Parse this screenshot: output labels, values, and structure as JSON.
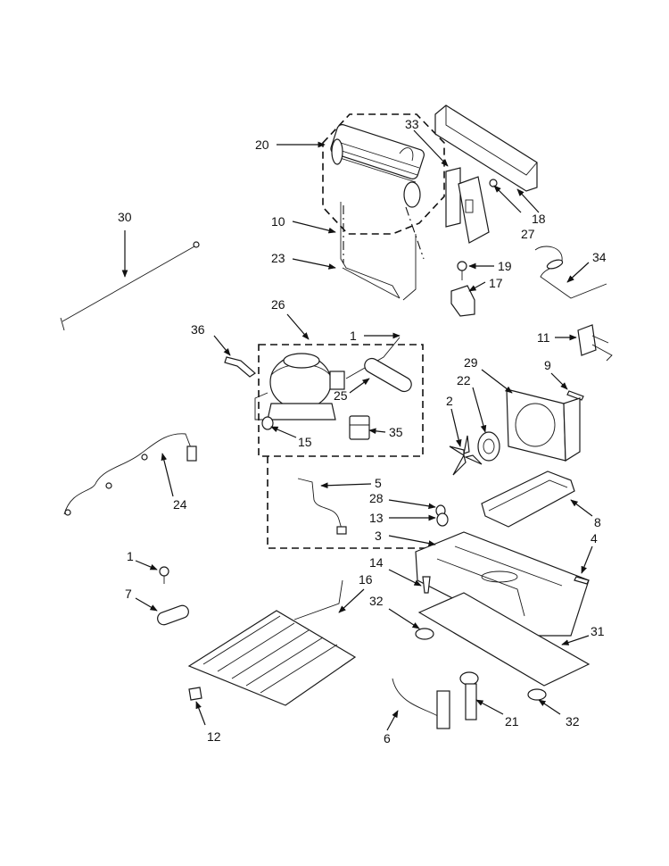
{
  "callouts": {
    "c1a": "1",
    "c1b": "1",
    "c2": "2",
    "c3": "3",
    "c4": "4",
    "c5": "5",
    "c6": "6",
    "c7": "7",
    "c8": "8",
    "c9": "9",
    "c10": "10",
    "c11": "11",
    "c12": "12",
    "c13": "13",
    "c14": "14",
    "c15": "15",
    "c16": "16",
    "c17": "17",
    "c18": "18",
    "c19": "19",
    "c20": "20",
    "c21": "21",
    "c22": "22",
    "c23": "23",
    "c24": "24",
    "c25": "25",
    "c26": "26",
    "c27": "27",
    "c28": "28",
    "c29": "29",
    "c30": "30",
    "c31": "31",
    "c32a": "32",
    "c32b": "32",
    "c33": "33",
    "c34": "34",
    "c35": "35",
    "c36": "36"
  }
}
